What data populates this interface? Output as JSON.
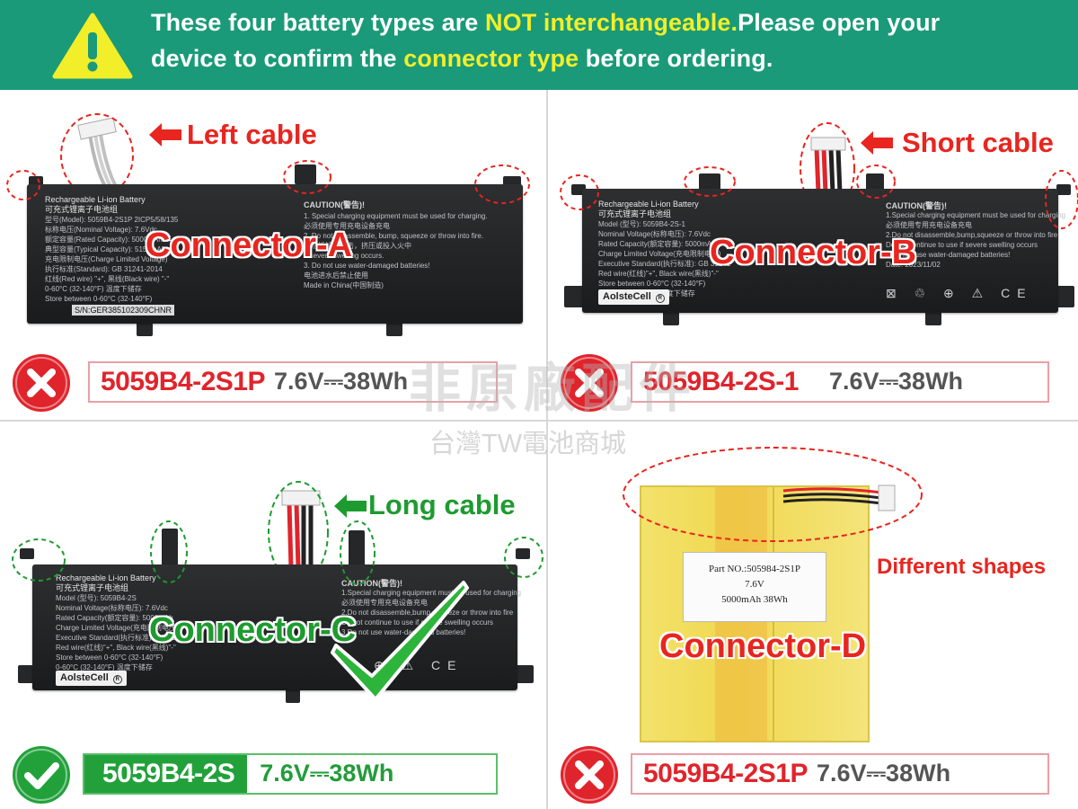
{
  "header": {
    "line1_a": "These four battery types are ",
    "line1_b": "NOT interchangeable.",
    "line1_c": "Please open your",
    "line2_a": "device to confirm the ",
    "line2_b": "connector type",
    "line2_c": " before ordering."
  },
  "panels": [
    {
      "connector": "Connector-A",
      "cable_label": "Left cable",
      "model": "5059B4-2S1P",
      "spec": "7.6V⎓38Wh",
      "compatible": false,
      "battery_text": {
        "title": "Rechargeable Li-ion Battery",
        "title_cn": "可充式锂离子电池组",
        "lines": [
          "型号(Model): 5059B4-2S1P   2ICP5/58/135",
          "标称电压(Nominal Voltage): 7.6Vdc",
          "额定容量(Rated Capacity): 5000mAh",
          "典型容量(Typical Capacity): 5150mAh",
          "充电限制电压(Charge Limited Voltage)",
          "执行标准(Standard): GB 31241-2014",
          "红线(Red wire) \"+\", 黑线(Black wire) \"-\"",
          "0-60°C (32-140°F) 温度下储存",
          "Store between 0-60°C (32-140°F)"
        ],
        "caution_title": "CAUTION(警告)!",
        "caution": [
          "1. Special charging equipment must be used for charging.",
          "必须使用专用充电设备充电",
          "2. Do not disassemble, bump, squeeze or throw into fire.",
          "请勿拆解，撞击，挤压或投入火中",
          "If severe swelling occurs.",
          "3. Do not use water-damaged batteries!",
          "电池进水后禁止使用",
          "Made in China(中国制造)"
        ],
        "sn": "S/N:GER385102309CHNR"
      }
    },
    {
      "connector": "Connector-B",
      "cable_label": "Short cable",
      "model": "5059B4-2S-1",
      "spec": "7.6V⎓38Wh",
      "compatible": false,
      "battery_text": {
        "title": "Rechargeable Li-ion Battery",
        "title_cn": "可充式锂离子电池组",
        "lines": [
          "Model (型号): 5059B4-2S-1",
          "Nominal Voltage(标称电压): 7.6Vdc",
          "Rated Capacity(额定容量): 5000mAh",
          "Charge Limited Voltage(充电限制电压)",
          "Executive Standard(执行标准): GB 31241",
          "Red wire(红线)\"+\", Black wire(黑线)\"-\"",
          "Store between 0-60°C (32-140°F)",
          "0-60°C (32-140°F) 温度下储存"
        ],
        "caution_title": "CAUTION(警告)!",
        "caution": [
          "1.Special charging equipment must be used for charging",
          "必须使用专用充电设备充电",
          "2.Do not disassemble,bump,squeeze or throw into fire",
          "Do not continue to use if severe swelling occurs",
          "3.Do not use water-damaged batteries!",
          "Date: 2023/11/02"
        ],
        "brand": "AolsteCell"
      }
    },
    {
      "connector": "Connector-C",
      "cable_label": "Long cable",
      "model": "5059B4-2S",
      "spec": "7.6V⎓38Wh",
      "compatible": true,
      "battery_text": {
        "title": "Rechargeable Li-ion Battery",
        "title_cn": "可充式锂离子电池组",
        "lines": [
          "Model (型号): 5059B4-2S",
          "Nominal Voltage(标称电压): 7.6Vdc",
          "Rated Capacity(额定容量): 5000mAh",
          "Charge Limited Voltage(充电限制电压)",
          "Executive Standard(执行标准): GB 31241",
          "Red wire(红线)\"+\", Black wire(黑线)\"-\"",
          "Store between 0-60°C (32-140°F)",
          "0-60°C (32-140°F) 温度下储存"
        ],
        "caution_title": "CAUTION(警告)!",
        "caution": [
          "1.Special charging equipment must be used for charging",
          "必须使用专用充电设备充电",
          "2.Do not disassemble,bump,squeeze or throw into fire",
          "Do not continue to use if severe swelling occurs",
          "3.Do not use water-damaged batteries!"
        ],
        "brand": "AolsteCell"
      }
    },
    {
      "connector": "Connector-D",
      "cable_label": "Different shapes",
      "model": "5059B4-2S1P",
      "spec": "7.6V⎓38Wh",
      "compatible": false,
      "pouch_label": {
        "part": "Part NO.:505984-2S1P",
        "voltage": "7.6V",
        "capacity": "5000mAh 38Wh"
      }
    }
  ],
  "watermark": {
    "main": "非原廠配件",
    "sub": "台灣TW電池商城"
  },
  "colors": {
    "header_bg": "#1a9a78",
    "highlight": "#f2ee2a",
    "incompatible": "#e0242c",
    "compatible": "#22a13b"
  },
  "icons": {
    "header": "warning-icon",
    "incompatible": "x-circle-icon",
    "compatible": "check-circle-icon",
    "pointer": "arrow-left-icon",
    "selected": "checkmark-icon"
  }
}
